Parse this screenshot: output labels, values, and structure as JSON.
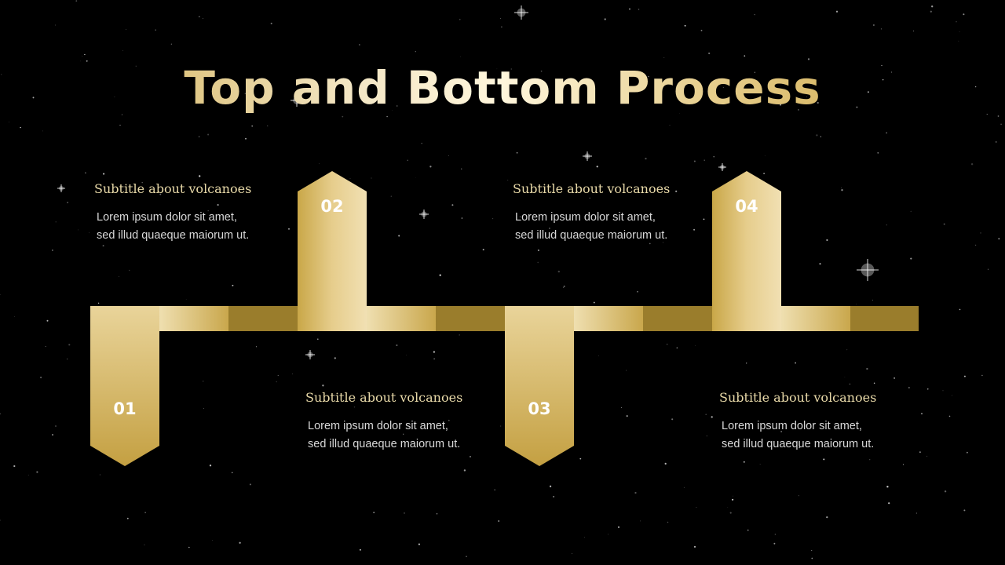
{
  "title": "Top and Bottom Process",
  "colors": {
    "background": "#000000",
    "gold_light": "#f1e1b6",
    "gold_mid": "#d6b666",
    "gold_dark": "#9a7d2c"
  },
  "steps": [
    {
      "number": "01",
      "direction": "down",
      "subtitle": "Subtitle about volcanoes",
      "text_line1": "Lorem ipsum dolor sit amet,",
      "text_line2": "sed illud quaeque  maiorum ut."
    },
    {
      "number": "02",
      "direction": "up",
      "subtitle": "Subtitle about volcanoes",
      "text_line1": "Lorem ipsum dolor sit amet,",
      "text_line2": "sed illud quaeque  maiorum ut."
    },
    {
      "number": "03",
      "direction": "down",
      "subtitle": "Subtitle about volcanoes",
      "text_line1": "Lorem ipsum dolor sit amet,",
      "text_line2": "sed illud quaeque  maiorum ut."
    },
    {
      "number": "04",
      "direction": "up",
      "subtitle": "Subtitle about volcanoes",
      "text_line1": "Lorem ipsum dolor sit amet,",
      "text_line2": "sed illud quaeque  maiorum ut."
    }
  ]
}
